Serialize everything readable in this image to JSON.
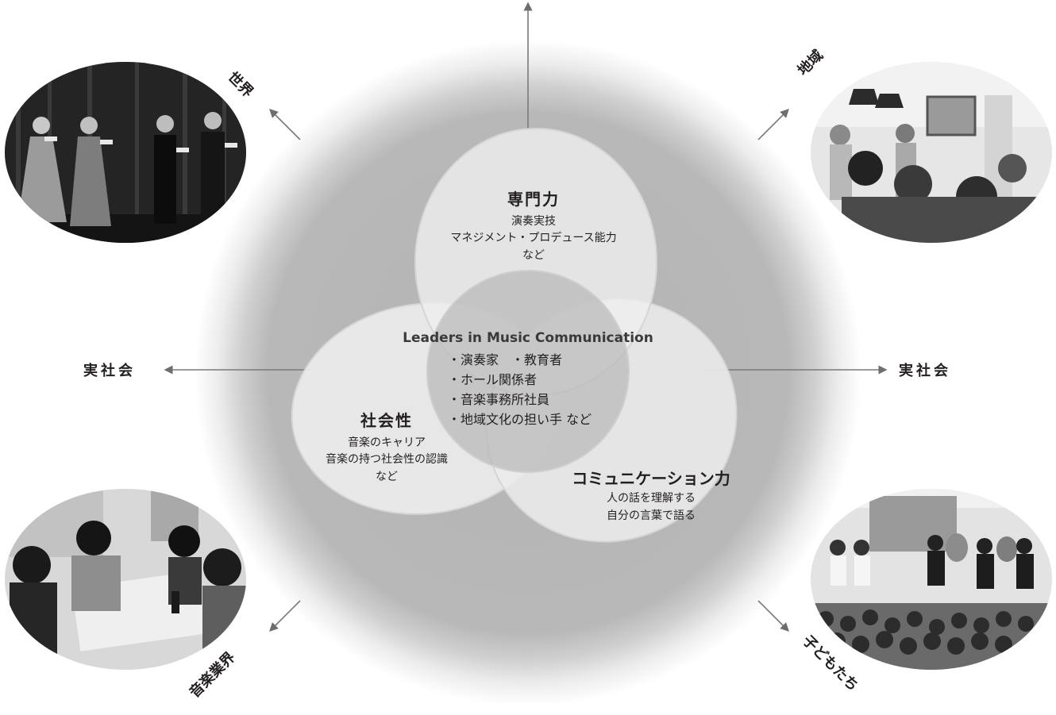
{
  "axis_labels": {
    "left": "実社会",
    "right": "実社会"
  },
  "corners": {
    "top_left": "世界",
    "top_right": "地域",
    "bottom_left": "音楽業界",
    "bottom_right": "子どもたち"
  },
  "circles": {
    "top": {
      "title": "専門力",
      "lines": [
        "演奏実技",
        "マネジメント・プロデュース能力",
        "など"
      ]
    },
    "left": {
      "title": "社会性",
      "lines": [
        "音楽のキャリア",
        "音楽の持つ社会性の認識",
        "など"
      ]
    },
    "right": {
      "title": "コミュニケーション力",
      "lines": [
        "人の話を理解する",
        "自分の言葉で語る"
      ]
    }
  },
  "center": {
    "title": "Leaders in Music Communication",
    "items": [
      "・演奏家　・教育者",
      "・ホール関係者",
      "・音楽事務所社員",
      "・地域文化の担い手 など"
    ]
  },
  "photos": {
    "top_left": "stage-singers-photo",
    "top_right": "community-flute-photo",
    "bottom_left": "students-discussion-photo",
    "bottom_right": "brass-ensemble-children-photo"
  }
}
